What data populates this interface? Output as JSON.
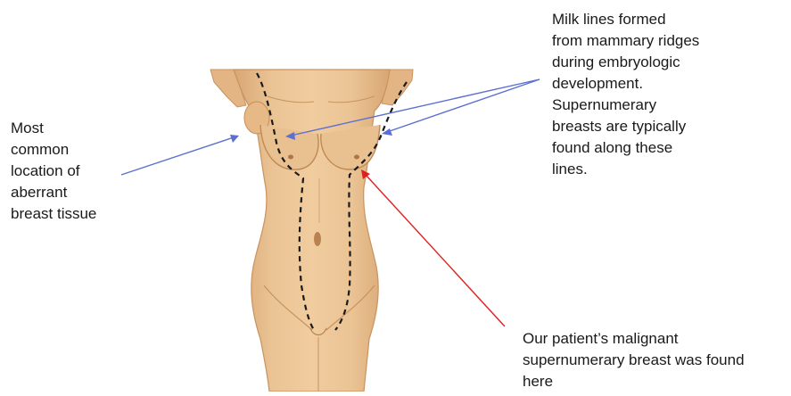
{
  "labels": {
    "aberrant_location": [
      "Most",
      "common",
      "location of",
      "aberrant",
      "breast tissue"
    ],
    "milk_lines": [
      "Milk lines formed",
      "from mammary ridges",
      "during embryologic",
      "development.",
      "Supernumerary",
      "breasts are typically",
      "found along these",
      "lines."
    ],
    "patient_finding": [
      "Our patient’s malignant",
      "supernumerary breast was found",
      "here"
    ]
  },
  "colors": {
    "skin": "#e7bd8c",
    "skin_shade": "#d19e69",
    "skin_dark": "#b98252",
    "milk_line": "#1a1a1a",
    "blue_arrow": "#5b6fd0",
    "red_arrow": "#e02020"
  }
}
